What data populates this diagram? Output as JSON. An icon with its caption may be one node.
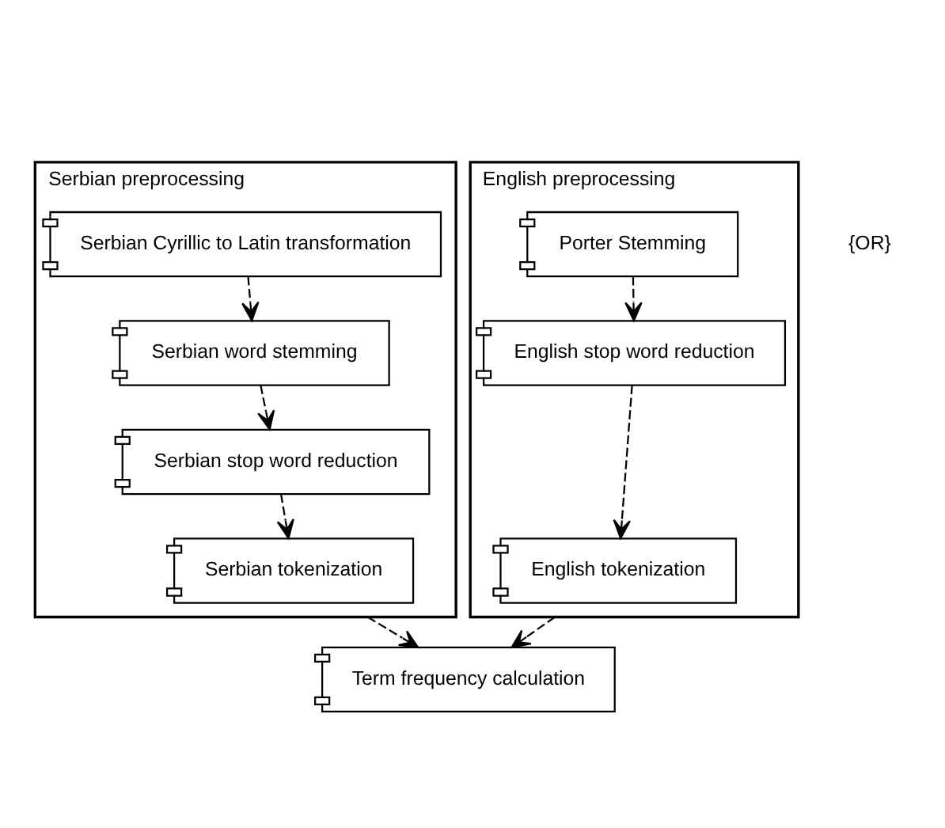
{
  "diagram": {
    "nodes": [
      {
        "text": [
          "Serbian preprocessing"
        ]
      },
      {
        "text": [
          "Serbian Cyrillic to Latin transformation"
        ],
        "in": 0
      },
      {
        "text": [
          "Serbian word stemming"
        ],
        "in": 0
      },
      {
        "text": [
          "Serbian stop word reduction"
        ],
        "in": 0
      },
      {
        "text": [
          "Serbian tokenization"
        ],
        "in": 0
      },
      {
        "text": [
          "English preprocessing"
        ]
      },
      {
        "text": [
          "Porter Stemming"
        ],
        "in": 5
      },
      {
        "text": [
          "English stop word reduction"
        ],
        "in": 5
      },
      {
        "text": [
          "English tokenization"
        ],
        "in": 5
      },
      {
        "text": [
          "Term frequency calculation"
        ]
      }
    ],
    "edges": [
      {
        "from": 1,
        "to": 2,
        "arrow": "to",
        "style": "dashed"
      },
      {
        "from": 2,
        "to": 3,
        "arrow": "to",
        "style": "dashed"
      },
      {
        "from": 3,
        "to": 4,
        "arrow": "to",
        "style": "dashed"
      },
      {
        "from": 6,
        "to": 7,
        "arrow": "to",
        "style": "dashed"
      },
      {
        "from": 7,
        "to": 8,
        "arrow": "to",
        "style": "dashed"
      },
      {
        "from": 0,
        "to": 9,
        "arrow": "to",
        "style": "dashed"
      },
      {
        "from": 5,
        "to": 9,
        "arrow": "to",
        "style": "dashed"
      }
    ],
    "labels": [
      "{OR}"
    ]
  }
}
